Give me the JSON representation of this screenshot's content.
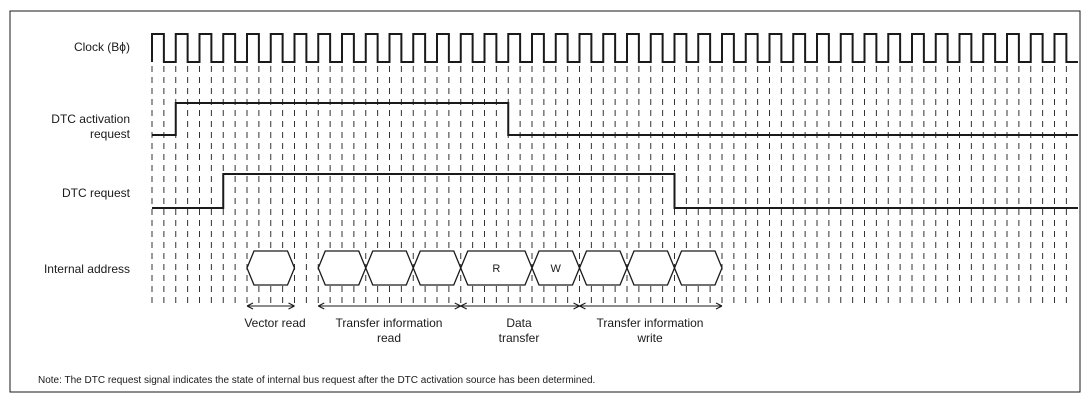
{
  "signals": {
    "clock": "Clock (Bϕ)",
    "activation": "DTC activation\nrequest",
    "dtc_request": "DTC request",
    "internal_address": "Internal address"
  },
  "bus_labels": {
    "read": "R",
    "write": "W"
  },
  "phases": {
    "vector_read": "Vector read",
    "transfer_info_read": "Transfer information\nread",
    "data_transfer": "Data\ntransfer",
    "transfer_info_write": "Transfer information\nwrite"
  },
  "note": "Note:  The DTC request signal indicates the state of internal bus request after the DTC activation source has been determined."
}
